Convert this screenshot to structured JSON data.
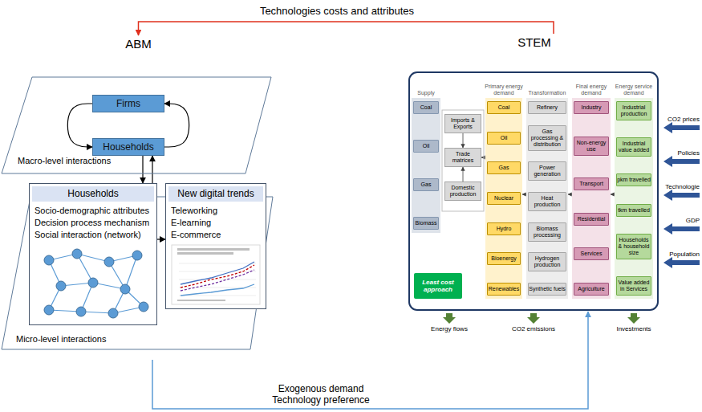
{
  "diagram": {
    "nodes": [
      {
        "text": [
          "ABM",
          "Macro-level interactions"
        ]
      },
      {
        "text": [
          "Firms"
        ],
        "in": 0
      },
      {
        "text": [
          "Households"
        ],
        "in": 0
      },
      {
        "text": [
          "Micro-level interactions"
        ]
      },
      {
        "text": [
          "Households",
          "Socio-demographic attributes",
          "Decision process mechanism",
          "Social interaction (network)"
        ],
        "in": 3
      },
      {
        "text": [
          "New digital trends",
          "Teleworking",
          "E-learning",
          "E-commerce"
        ],
        "in": 3
      },
      {
        "text": [
          "STEM"
        ]
      },
      {
        "text": [
          "Supply"
        ],
        "in": 6
      },
      {
        "text": [
          "Coal"
        ],
        "in": 7
      },
      {
        "text": [
          "Oil"
        ],
        "in": 7
      },
      {
        "text": [
          "Gas"
        ],
        "in": 7
      },
      {
        "text": [
          "Biomass"
        ],
        "in": 7
      },
      {
        "text": [
          "Imports & Exports"
        ],
        "in": 6
      },
      {
        "text": [
          "Trade matrices"
        ],
        "in": 6
      },
      {
        "text": [
          "Domestic production"
        ],
        "in": 6
      },
      {
        "text": [
          "Primary energy demand"
        ],
        "in": 6
      },
      {
        "text": [
          "Coal"
        ],
        "in": 15
      },
      {
        "text": [
          "Oil"
        ],
        "in": 15
      },
      {
        "text": [
          "Gas"
        ],
        "in": 15
      },
      {
        "text": [
          "Nuclear"
        ],
        "in": 15
      },
      {
        "text": [
          "Hydro"
        ],
        "in": 15
      },
      {
        "text": [
          "Bioenergy"
        ],
        "in": 15
      },
      {
        "text": [
          "Renewables"
        ],
        "in": 15
      },
      {
        "text": [
          "Transformation"
        ],
        "in": 6
      },
      {
        "text": [
          "Refinery"
        ],
        "in": 23
      },
      {
        "text": [
          "Gas processing & distribution"
        ],
        "in": 23
      },
      {
        "text": [
          "Power generation"
        ],
        "in": 23
      },
      {
        "text": [
          "Heat production"
        ],
        "in": 23
      },
      {
        "text": [
          "Biomass processing"
        ],
        "in": 23
      },
      {
        "text": [
          "Hydrogen production"
        ],
        "in": 23
      },
      {
        "text": [
          "Synthetic fuels"
        ],
        "in": 23
      },
      {
        "text": [
          "Final energy demand"
        ],
        "in": 6
      },
      {
        "text": [
          "Industry"
        ],
        "in": 31
      },
      {
        "text": [
          "Non-energy use"
        ],
        "in": 31
      },
      {
        "text": [
          "Transport"
        ],
        "in": 31
      },
      {
        "text": [
          "Residential"
        ],
        "in": 31
      },
      {
        "text": [
          "Services"
        ],
        "in": 31
      },
      {
        "text": [
          "Agriculture"
        ],
        "in": 31
      },
      {
        "text": [
          "Energy service demand"
        ],
        "in": 6
      },
      {
        "text": [
          "Industrial production"
        ],
        "in": 38
      },
      {
        "text": [
          "Industrial value added"
        ],
        "in": 38
      },
      {
        "text": [
          "pkm travelled"
        ],
        "in": 38
      },
      {
        "text": [
          "tkm travelled"
        ],
        "in": 38
      },
      {
        "text": [
          "Households & household size"
        ],
        "in": 38
      },
      {
        "text": [
          "Value added in Services"
        ],
        "in": 38
      },
      {
        "text": [
          "Least cost approach"
        ],
        "in": 6
      }
    ],
    "edges": [
      {
        "from": 6,
        "to": 0,
        "arrow": "to",
        "label": "Technologies costs and attributes"
      },
      {
        "from": 1,
        "to": 2,
        "arrow": "to"
      },
      {
        "from": 2,
        "to": 1,
        "arrow": "to"
      },
      {
        "from": 2,
        "to": 4,
        "arrow": "to"
      },
      {
        "from": 4,
        "to": 2,
        "arrow": "to"
      },
      {
        "from": 4,
        "to": 5,
        "arrow": "to"
      },
      {
        "from": 3,
        "to": 6,
        "arrow": "to",
        "label": "Exogenous demand Technology preference"
      },
      {
        "from": 12,
        "to": 13,
        "arrow": "to"
      },
      {
        "from": 14,
        "to": 13,
        "arrow": "to"
      },
      {
        "from": 15,
        "to": 13,
        "arrow": "to"
      },
      {
        "from": 23,
        "to": 15,
        "arrow": "to"
      },
      {
        "from": 31,
        "to": 23,
        "arrow": "to"
      },
      {
        "from": 38,
        "to": 31,
        "arrow": "to"
      }
    ],
    "labels": [
      "CO2 prices",
      "Policies",
      "Technologie",
      "GDP",
      "Population",
      "Energy flows",
      "CO2 emissions",
      "Investments"
    ]
  }
}
